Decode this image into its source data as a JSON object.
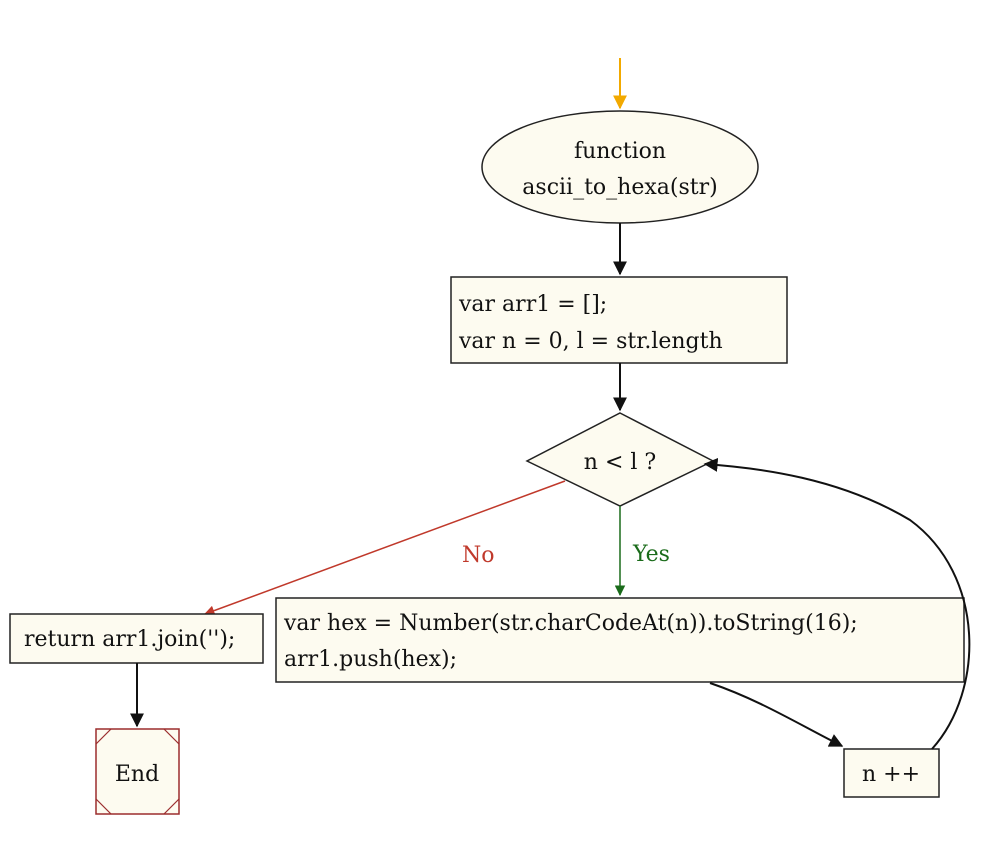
{
  "diagram": {
    "start": {
      "line1": "function",
      "line2": "ascii_to_hexa(str)"
    },
    "init": {
      "line1": "var arr1 = [];",
      "line2": "var n = 0, l = str.length"
    },
    "condition": {
      "text": "n < l ?"
    },
    "edges": {
      "no_label": "No",
      "yes_label": "Yes"
    },
    "loop_body": {
      "line1": "var hex = Number(str.charCodeAt(n)).toString(16);",
      "line2": "arr1.push(hex);"
    },
    "return_stmt": {
      "text": "return arr1.join('');"
    },
    "increment": {
      "text": "n ++"
    },
    "end": {
      "text": "End"
    }
  },
  "colors": {
    "background": "#ffffff",
    "box_fill": "#fdfbf0",
    "outline": "#222222",
    "entry_arrow": "#f2a900",
    "no_edge": "#c0392b",
    "yes_edge": "#1a6b1a",
    "end_outline": "#9b2d2d"
  }
}
